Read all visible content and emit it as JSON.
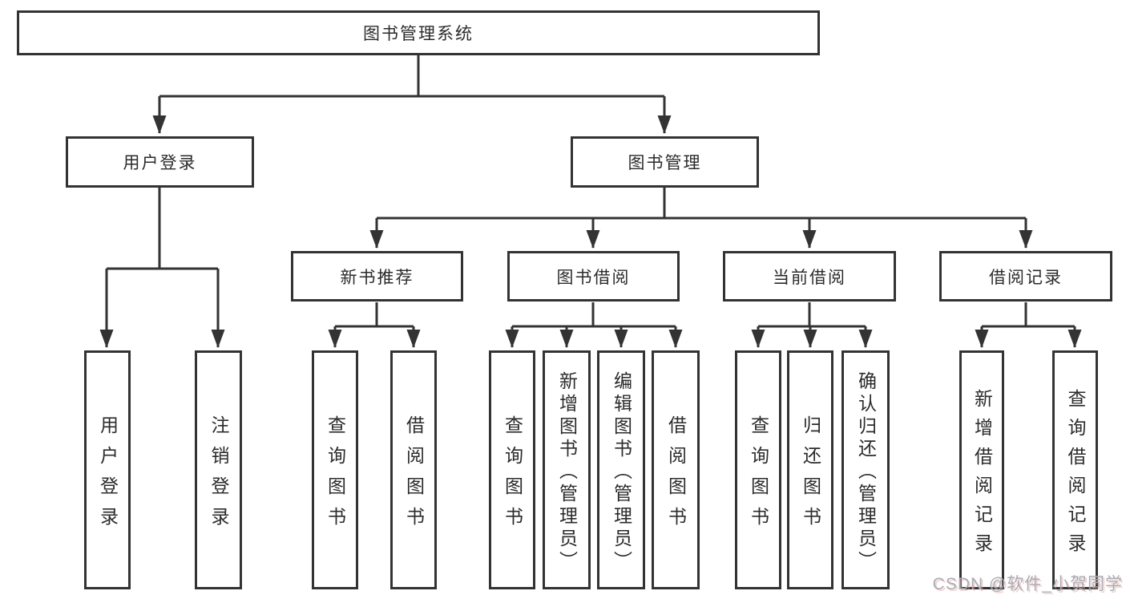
{
  "diagram": {
    "title": "图书管理系统",
    "branches": [
      {
        "label": "用户登录",
        "children": [
          {
            "label": "用户登录"
          },
          {
            "label": "注销登录"
          }
        ]
      },
      {
        "label": "图书管理",
        "children": [
          {
            "label": "新书推荐",
            "children": [
              {
                "label": "查询图书"
              },
              {
                "label": "借阅图书"
              }
            ]
          },
          {
            "label": "图书借阅",
            "children": [
              {
                "label": "查询图书"
              },
              {
                "label": "新增图书（管理员）"
              },
              {
                "label": "编辑图书（管理员）"
              },
              {
                "label": "借阅图书"
              }
            ]
          },
          {
            "label": "当前借阅",
            "children": [
              {
                "label": "查询图书"
              },
              {
                "label": "归还图书"
              },
              {
                "label": "确认归还（管理员）"
              }
            ]
          },
          {
            "label": "借阅记录",
            "children": [
              {
                "label": "新增借阅记录"
              },
              {
                "label": "查询借阅记录"
              }
            ]
          }
        ]
      }
    ]
  },
  "watermark": {
    "text": "CSDN @软件_小贺同学"
  },
  "colors": {
    "line": "#333333",
    "text": "#2b2b2b",
    "background": "#ffffff",
    "watermark": "#a9adb3",
    "watermark_shadow": "#e59a9a"
  }
}
